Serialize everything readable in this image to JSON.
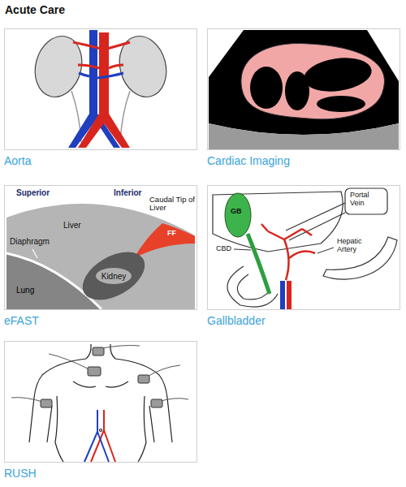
{
  "diagram": {
    "title": "Acute Care",
    "nodes": [
      {
        "text": [
          "Aorta"
        ]
      },
      {
        "text": [
          "Cardiac Imaging"
        ]
      },
      {
        "text": [
          "eFAST"
        ]
      },
      {
        "text": [
          "Gallbladder"
        ]
      },
      {
        "text": [
          "RUSH"
        ]
      }
    ],
    "labels": [
      "Superior",
      "Inferior",
      "Caudal Tip of Liver",
      "FF",
      "Liver",
      "Diaphragm",
      "Kidney",
      "Lung",
      "GB",
      "Portal Vein",
      "CBD",
      "Hepatic Artery"
    ]
  }
}
